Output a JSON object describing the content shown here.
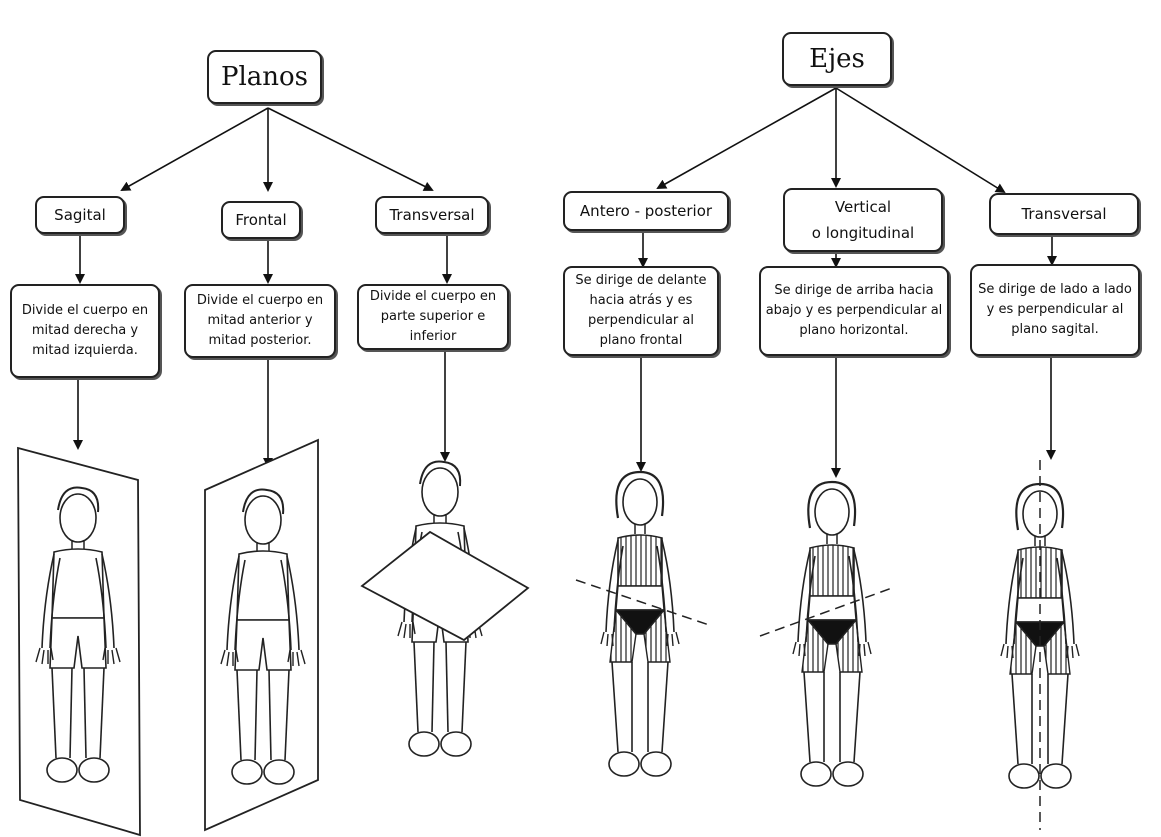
{
  "planos": {
    "title": "Planos",
    "items": [
      {
        "label": "Sagital",
        "description": "Divide el cuerpo en mitad derecha y mitad izquierda."
      },
      {
        "label": "Frontal",
        "description": "Divide el cuerpo en mitad anterior y mitad posterior."
      },
      {
        "label": "Transversal",
        "description": "Divide el cuerpo en parte superior e inferior"
      }
    ]
  },
  "ejes": {
    "title": "Ejes",
    "items": [
      {
        "label": "Antero - posterior",
        "description": "Se dirige de delante hacia atrás y es perpendicular al plano frontal"
      },
      {
        "label_line1": "Vertical",
        "label_line2": "o longitudinal",
        "description": "Se dirige de arriba hacia abajo y es perpendicular al plano horizontal."
      },
      {
        "label": "Transversal",
        "description": "Se dirige de lado a lado y es perpendicular al plano sagital."
      }
    ]
  },
  "colors": {
    "line": "#111111",
    "figure_stroke": "#222222",
    "plane_fill": "#ffffff"
  }
}
